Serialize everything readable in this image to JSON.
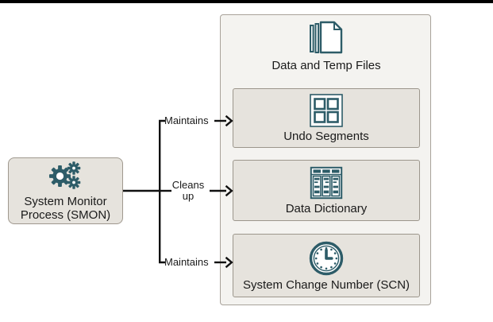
{
  "colors": {
    "accent_teal": "#2d5c68",
    "node_background": "#e6e3dd",
    "node_border": "#9c968c",
    "group_background": "#f4f3f0",
    "group_border": "#a8a29a",
    "line": "#111111",
    "text": "#1a1a1a"
  },
  "smon": {
    "label": "System Monitor Process (SMON)",
    "icon": "gears-icon"
  },
  "edges": [
    {
      "label": "Maintains",
      "target": "Undo Segments"
    },
    {
      "label": "Cleans up",
      "target": "Data Dictionary"
    },
    {
      "label": "Maintains",
      "target": "System Change Number (SCN)"
    }
  ],
  "group": {
    "header": {
      "label": "Data and Temp Files",
      "icon": "files-icon"
    },
    "items": [
      {
        "label": "Undo Segments",
        "icon": "grid-icon"
      },
      {
        "label": "Data Dictionary",
        "icon": "books-icon"
      },
      {
        "label": "System Change Number (SCN)",
        "icon": "clock-icon"
      }
    ]
  }
}
